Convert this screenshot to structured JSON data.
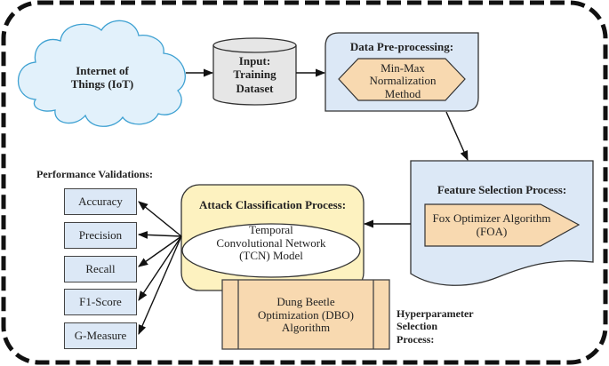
{
  "diagram": {
    "iot": {
      "label_line1": "Internet of",
      "label_line2": "Things (IoT)"
    },
    "input": {
      "line1": "Input:",
      "line2": "Training",
      "line3": "Dataset"
    },
    "preprocessing": {
      "title": "Data Pre-processing:",
      "method_line1": "Min-Max",
      "method_line2": "Normalization",
      "method_line3": "Method"
    },
    "feature_selection": {
      "title": "Feature Selection Process:",
      "algorithm_line1": "Fox Optimizer Algorithm",
      "algorithm_line2": "(FOA)"
    },
    "classification": {
      "title": "Attack Classification Process:",
      "model_line1": "Temporal",
      "model_line2": "Convolutional Network",
      "model_line3": "(TCN) Model"
    },
    "hyperparameter": {
      "algorithm_line1": "Dung Beetle",
      "algorithm_line2": "Optimization (DBO)",
      "algorithm_line3": "Algorithm",
      "label_line1": "Hyperparameter",
      "label_line2": "Selection",
      "label_line3": "Process:"
    },
    "performance": {
      "title": "Performance Validations:",
      "metrics": [
        "Accuracy",
        "Precision",
        "Recall",
        "F1-Score",
        "G-Measure"
      ]
    },
    "colors": {
      "cloud_fill": "#e2f1fb",
      "cloud_stroke": "#3ea1d2",
      "light_blue_fill": "#dce8f6",
      "peach_fill": "#f8d9b0",
      "yellow_fill": "#fdf2c0",
      "cylinder_fill": "#e6e6e6"
    }
  }
}
